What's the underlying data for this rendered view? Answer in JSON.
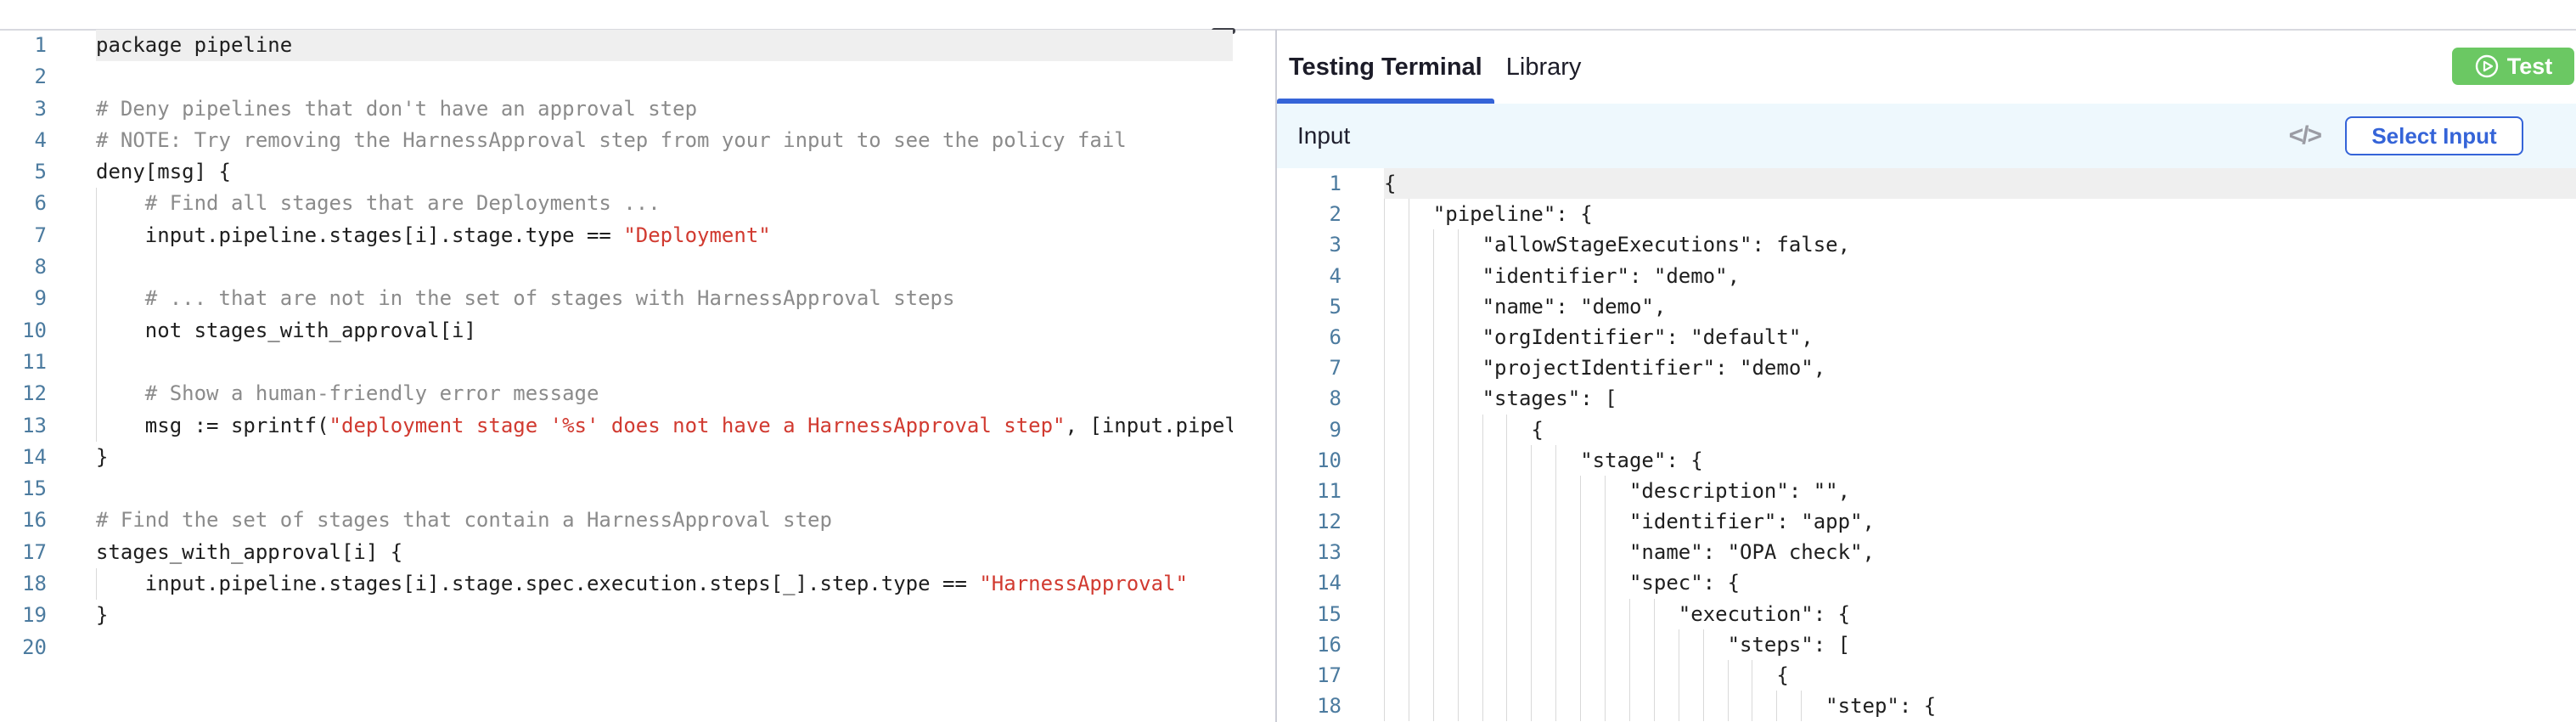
{
  "colors": {
    "accent": "#3564d8",
    "test_green": "#6bc863",
    "string": "#d13a30",
    "comment": "#8b8b8b",
    "line_number": "#4c7b9f",
    "current_line": "#efefef",
    "guide": "#d9d9d9",
    "divider": "#ccced6",
    "top_border": "#d8d9df",
    "handle": "#3f4048",
    "input_bar_bg": "#eef8fd",
    "tab_text": "#1c1c28",
    "input_label": "#1f1f2e",
    "icon_gray": "#9b9ca4",
    "code_text": "#1e1e1e"
  },
  "left_editor": {
    "language": "rego",
    "lines": [
      {
        "ind": 0,
        "hl": true,
        "tokens": [
          [
            "package pipeline",
            "code"
          ]
        ]
      },
      {
        "ind": 0,
        "tokens": []
      },
      {
        "ind": 0,
        "tokens": [
          [
            "# Deny pipelines that don't have an approval step",
            "comment"
          ]
        ]
      },
      {
        "ind": 0,
        "tokens": [
          [
            "# NOTE: Try removing the HarnessApproval step from your input to see the policy fail",
            "comment"
          ]
        ]
      },
      {
        "ind": 0,
        "tokens": [
          [
            "deny[msg] {",
            "code"
          ]
        ]
      },
      {
        "ind": 4,
        "tokens": [
          [
            "# Find all stages that are Deployments ...",
            "comment"
          ]
        ]
      },
      {
        "ind": 4,
        "tokens": [
          [
            "input.pipeline.stages[i].stage.type == ",
            "code"
          ],
          [
            "\"Deployment\"",
            "string"
          ]
        ]
      },
      {
        "ind": 4,
        "tokens": []
      },
      {
        "ind": 4,
        "tokens": [
          [
            "# ... that are not in the set of stages with HarnessApproval steps",
            "comment"
          ]
        ]
      },
      {
        "ind": 4,
        "tokens": [
          [
            "not stages_with_approval[i]",
            "code"
          ]
        ]
      },
      {
        "ind": 4,
        "tokens": []
      },
      {
        "ind": 4,
        "tokens": [
          [
            "# Show a human-friendly error message",
            "comment"
          ]
        ]
      },
      {
        "ind": 4,
        "tokens": [
          [
            "msg := sprintf(",
            "code"
          ],
          [
            "\"deployment stage '%s' does not have a HarnessApproval step\"",
            "string"
          ],
          [
            ", [input.pipel",
            "code"
          ]
        ]
      },
      {
        "ind": 0,
        "tokens": [
          [
            "}",
            "code"
          ]
        ]
      },
      {
        "ind": 0,
        "tokens": []
      },
      {
        "ind": 0,
        "tokens": [
          [
            "# Find the set of stages that contain a HarnessApproval step",
            "comment"
          ]
        ]
      },
      {
        "ind": 0,
        "tokens": [
          [
            "stages_with_approval[i] {",
            "code"
          ]
        ]
      },
      {
        "ind": 4,
        "tokens": [
          [
            "input.pipeline.stages[i].stage.spec.execution.steps[_].step.type == ",
            "code"
          ],
          [
            "\"HarnessApproval\"",
            "string"
          ]
        ]
      },
      {
        "ind": 0,
        "tokens": [
          [
            "}",
            "code"
          ]
        ]
      },
      {
        "ind": 0,
        "tokens": []
      }
    ]
  },
  "right_panel": {
    "tabs": [
      {
        "label": "Testing Terminal",
        "active": true
      },
      {
        "label": "Library",
        "active": false
      }
    ],
    "test_button": {
      "label": "Test"
    },
    "input_header": {
      "title": "Input",
      "code_icon": "</>",
      "select_button_label": "Select Input"
    },
    "input_editor": {
      "language": "json",
      "lines": [
        {
          "ind": 0,
          "hl": true,
          "tokens": [
            [
              "{",
              "code"
            ]
          ]
        },
        {
          "ind": 4,
          "tokens": [
            [
              "\"pipeline\": {",
              "code"
            ]
          ]
        },
        {
          "ind": 8,
          "tokens": [
            [
              "\"allowStageExecutions\": false,",
              "code"
            ]
          ]
        },
        {
          "ind": 8,
          "tokens": [
            [
              "\"identifier\": \"demo\",",
              "code"
            ]
          ]
        },
        {
          "ind": 8,
          "tokens": [
            [
              "\"name\": \"demo\",",
              "code"
            ]
          ]
        },
        {
          "ind": 8,
          "tokens": [
            [
              "\"orgIdentifier\": \"default\",",
              "code"
            ]
          ]
        },
        {
          "ind": 8,
          "tokens": [
            [
              "\"projectIdentifier\": \"demo\",",
              "code"
            ]
          ]
        },
        {
          "ind": 8,
          "tokens": [
            [
              "\"stages\": [",
              "code"
            ]
          ]
        },
        {
          "ind": 12,
          "tokens": [
            [
              "{",
              "code"
            ]
          ]
        },
        {
          "ind": 16,
          "tokens": [
            [
              "\"stage\": {",
              "code"
            ]
          ]
        },
        {
          "ind": 20,
          "tokens": [
            [
              "\"description\": \"\",",
              "code"
            ]
          ]
        },
        {
          "ind": 20,
          "tokens": [
            [
              "\"identifier\": \"app\",",
              "code"
            ]
          ]
        },
        {
          "ind": 20,
          "tokens": [
            [
              "\"name\": \"OPA check\",",
              "code"
            ]
          ]
        },
        {
          "ind": 20,
          "tokens": [
            [
              "\"spec\": {",
              "code"
            ]
          ]
        },
        {
          "ind": 24,
          "tokens": [
            [
              "\"execution\": {",
              "code"
            ]
          ]
        },
        {
          "ind": 28,
          "tokens": [
            [
              "\"steps\": [",
              "code"
            ]
          ]
        },
        {
          "ind": 32,
          "tokens": [
            [
              "{",
              "code"
            ]
          ]
        },
        {
          "ind": 36,
          "tokens": [
            [
              "\"step\": {",
              "code"
            ]
          ]
        }
      ]
    }
  }
}
